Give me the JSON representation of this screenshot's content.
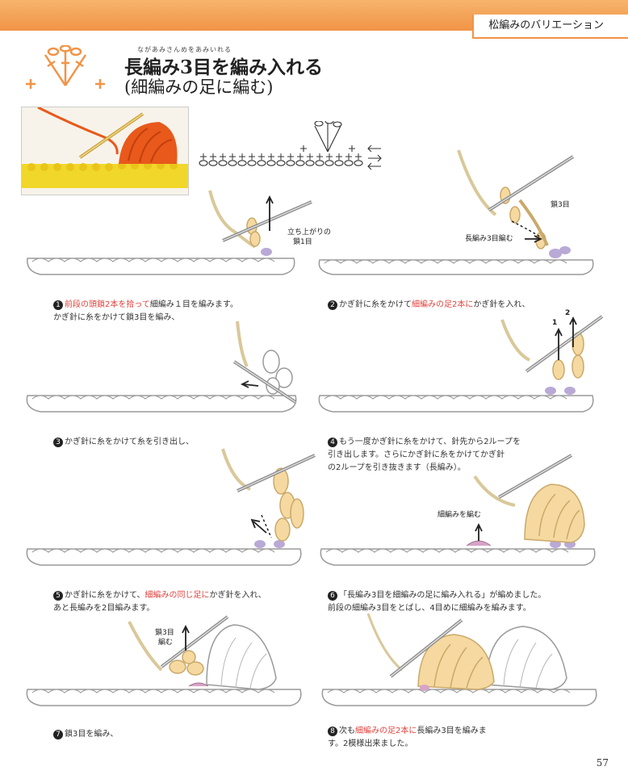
{
  "header": {
    "section": "松編みのバリエーション"
  },
  "title": {
    "ruby": "ながあみさんめをあみいれる",
    "line1": "長編み3目を編み入れる",
    "line2": "(細編みの足に編む)"
  },
  "steps": [
    {
      "num": "1",
      "red": "前段の頭鎖2本を拾って",
      "text1": "細編み１目を編みます。",
      "text2": "かぎ針に糸をかけて鎖3目を編み、",
      "label1": "立ち上がりの",
      "label2": "鎖1目"
    },
    {
      "num": "2",
      "pre": "かぎ針に糸をかけて",
      "red": "細編みの足2本に",
      "text1": "かぎ針を入れ、",
      "label1": "鎖3目",
      "label2": "長編み3目編む"
    },
    {
      "num": "3",
      "text1": "かぎ針に糸をかけて糸を引き出し、"
    },
    {
      "num": "4",
      "text1": "もう一度かぎ針に糸をかけて、針先から2ループを",
      "text2": "引き出します。さらにかぎ針に糸をかけてかぎ針",
      "text3": "の2ループを引き抜きます（長編み）。",
      "label1": "1",
      "label2": "2"
    },
    {
      "num": "5",
      "pre": "かぎ針に糸をかけて、",
      "red": "細編みの同じ足に",
      "text1": "かぎ針を入れ、",
      "text2": "あと長編みを2目編みます。"
    },
    {
      "num": "6",
      "text1": "「長編み3目を細編みの足に編み入れる」が編めました。",
      "text2": "前段の細編み3目をとばし、4目めに細編みを編みます。",
      "label1": "細編みを編む"
    },
    {
      "num": "7",
      "text1": "鎖3目を編み、",
      "label1": "鎖3目",
      "label2": "編む"
    },
    {
      "num": "8",
      "pre": "次も",
      "red": "細編みの足2本に",
      "text1": "長編み3目を編みま",
      "text2": "す。2模様出来ました。"
    }
  ],
  "page_number": "57",
  "colors": {
    "orange": "#f19447",
    "yarn": "#f5d9a0",
    "purple": "#b9a9d6",
    "red": "#e0433e"
  }
}
